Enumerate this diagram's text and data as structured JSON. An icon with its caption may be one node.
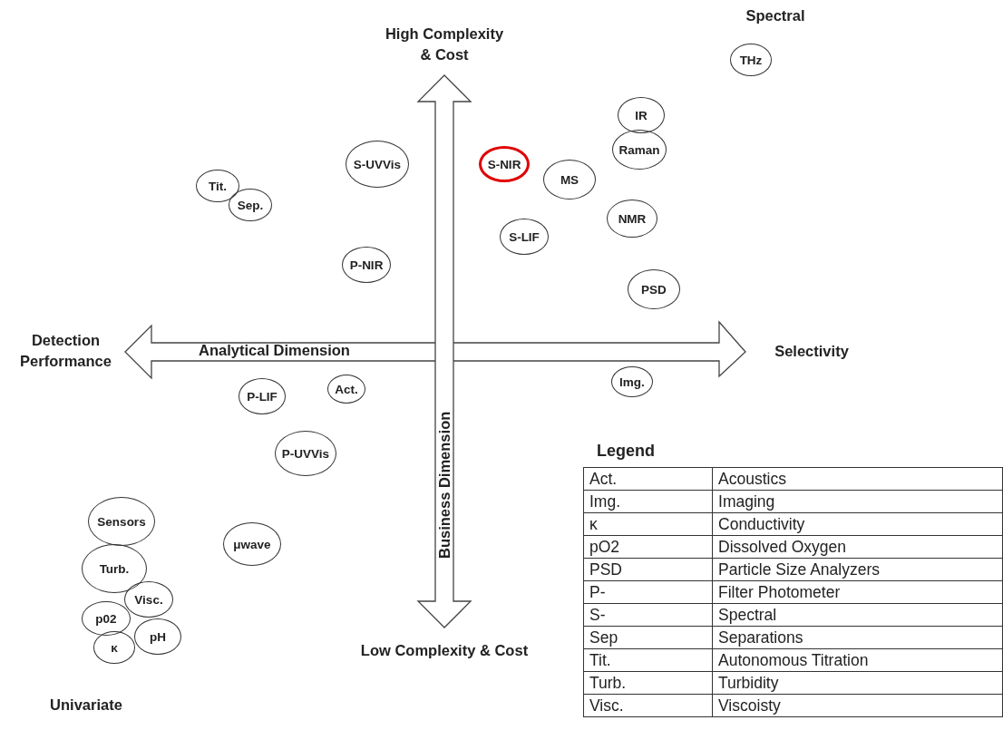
{
  "diagram": {
    "nodes": [
      {
        "text": [
          "THz"
        ]
      },
      {
        "text": [
          "IR"
        ]
      },
      {
        "text": [
          "Raman"
        ]
      },
      {
        "text": [
          "S-UVVis"
        ]
      },
      {
        "text": [
          "S-NIR"
        ]
      },
      {
        "text": [
          "MS"
        ]
      },
      {
        "text": [
          "Tit."
        ]
      },
      {
        "text": [
          "Sep."
        ]
      },
      {
        "text": [
          "NMR"
        ]
      },
      {
        "text": [
          "S-LIF"
        ]
      },
      {
        "text": [
          "P-NIR"
        ]
      },
      {
        "text": [
          "PSD"
        ]
      },
      {
        "text": [
          "Act."
        ]
      },
      {
        "text": [
          "Img."
        ]
      },
      {
        "text": [
          "P-LIF"
        ]
      },
      {
        "text": [
          "P-UVVis"
        ]
      },
      {
        "text": [
          "Sensors"
        ]
      },
      {
        "text": [
          "μwave"
        ]
      },
      {
        "text": [
          "Turb."
        ]
      },
      {
        "text": [
          "Visc."
        ]
      },
      {
        "text": [
          "p02"
        ]
      },
      {
        "text": [
          "pH"
        ]
      },
      {
        "text": [
          "κ"
        ]
      }
    ],
    "edges": [],
    "labels": [
      "High Complexity & Cost",
      "Spectral",
      "Detection Performance",
      "Analytical Dimension",
      "Selectivity",
      "Business Dimension",
      "Low Complexity & Cost",
      "Univariate",
      "Legend",
      "Act.",
      "Acoustics",
      "Img.",
      "Imaging",
      "κ",
      "Conductivity",
      "pO2",
      "Dissolved Oxygen",
      "PSD",
      "Particle Size Analyzers",
      "P-",
      "Filter Photometer",
      "S-",
      "Spectral",
      "Sep",
      "Separations",
      "Tit.",
      "Autonomous Titration",
      "Turb.",
      "Turbidity",
      "Visc.",
      "Viscoisty"
    ]
  }
}
